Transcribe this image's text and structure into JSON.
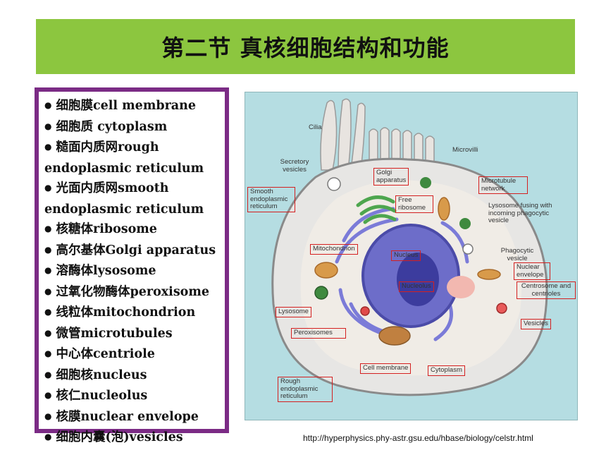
{
  "title": "第二节 真核细胞结构和功能",
  "terms": [
    "细胞膜cell membrane",
    "细胞质 cytoplasm",
    "糙面内质网rough endoplasmic reticulum",
    "光面内质网smooth endoplasmic reticulum",
    "核糖体ribosome",
    "高尔基体Golgi apparatus",
    "溶酶体lysosome",
    "过氧化物酶体peroxisome",
    "线粒体mitochondrion",
    "微管microtubules",
    "中心体centriole",
    "细胞核nucleus",
    "核仁nucleolus",
    "核膜nuclear envelope",
    "细胞内囊(泡)vesicles"
  ],
  "diagram": {
    "cilia": "Cilia",
    "microvilli": "Microvilli",
    "secretory_vesicles": "Secretory vesicles",
    "golgi_apparatus": "Golgi apparatus",
    "microtubule_network": "Microtubule network",
    "smooth_er": "Smooth endoplasmic reticulum",
    "free_ribosome": "Free ribosome",
    "lysosome_fusing": "Lysosome fusing with incoming phagocytic vesicle",
    "mitochondrion": "Mitochondrion",
    "phagocytic_vesicle": "Phagocytic vesicle",
    "nucleus": "Nucleus",
    "nuclear_envelope": "Nuclear envelope",
    "nucleolus": "Nucleolus",
    "centrosome": "Centrosome and centrioles",
    "lysosome": "Lysosome",
    "vesicles": "Vesicles",
    "peroxisomes": "Peroxisomes",
    "cell_membrane": "Cell membrane",
    "cytoplasm": "Cytoplasm",
    "rough_er": "Rough endoplasmic reticulum"
  },
  "source_url": "http://hyperphysics.phy-astr.gsu.edu/hbase/biology/celstr.html"
}
